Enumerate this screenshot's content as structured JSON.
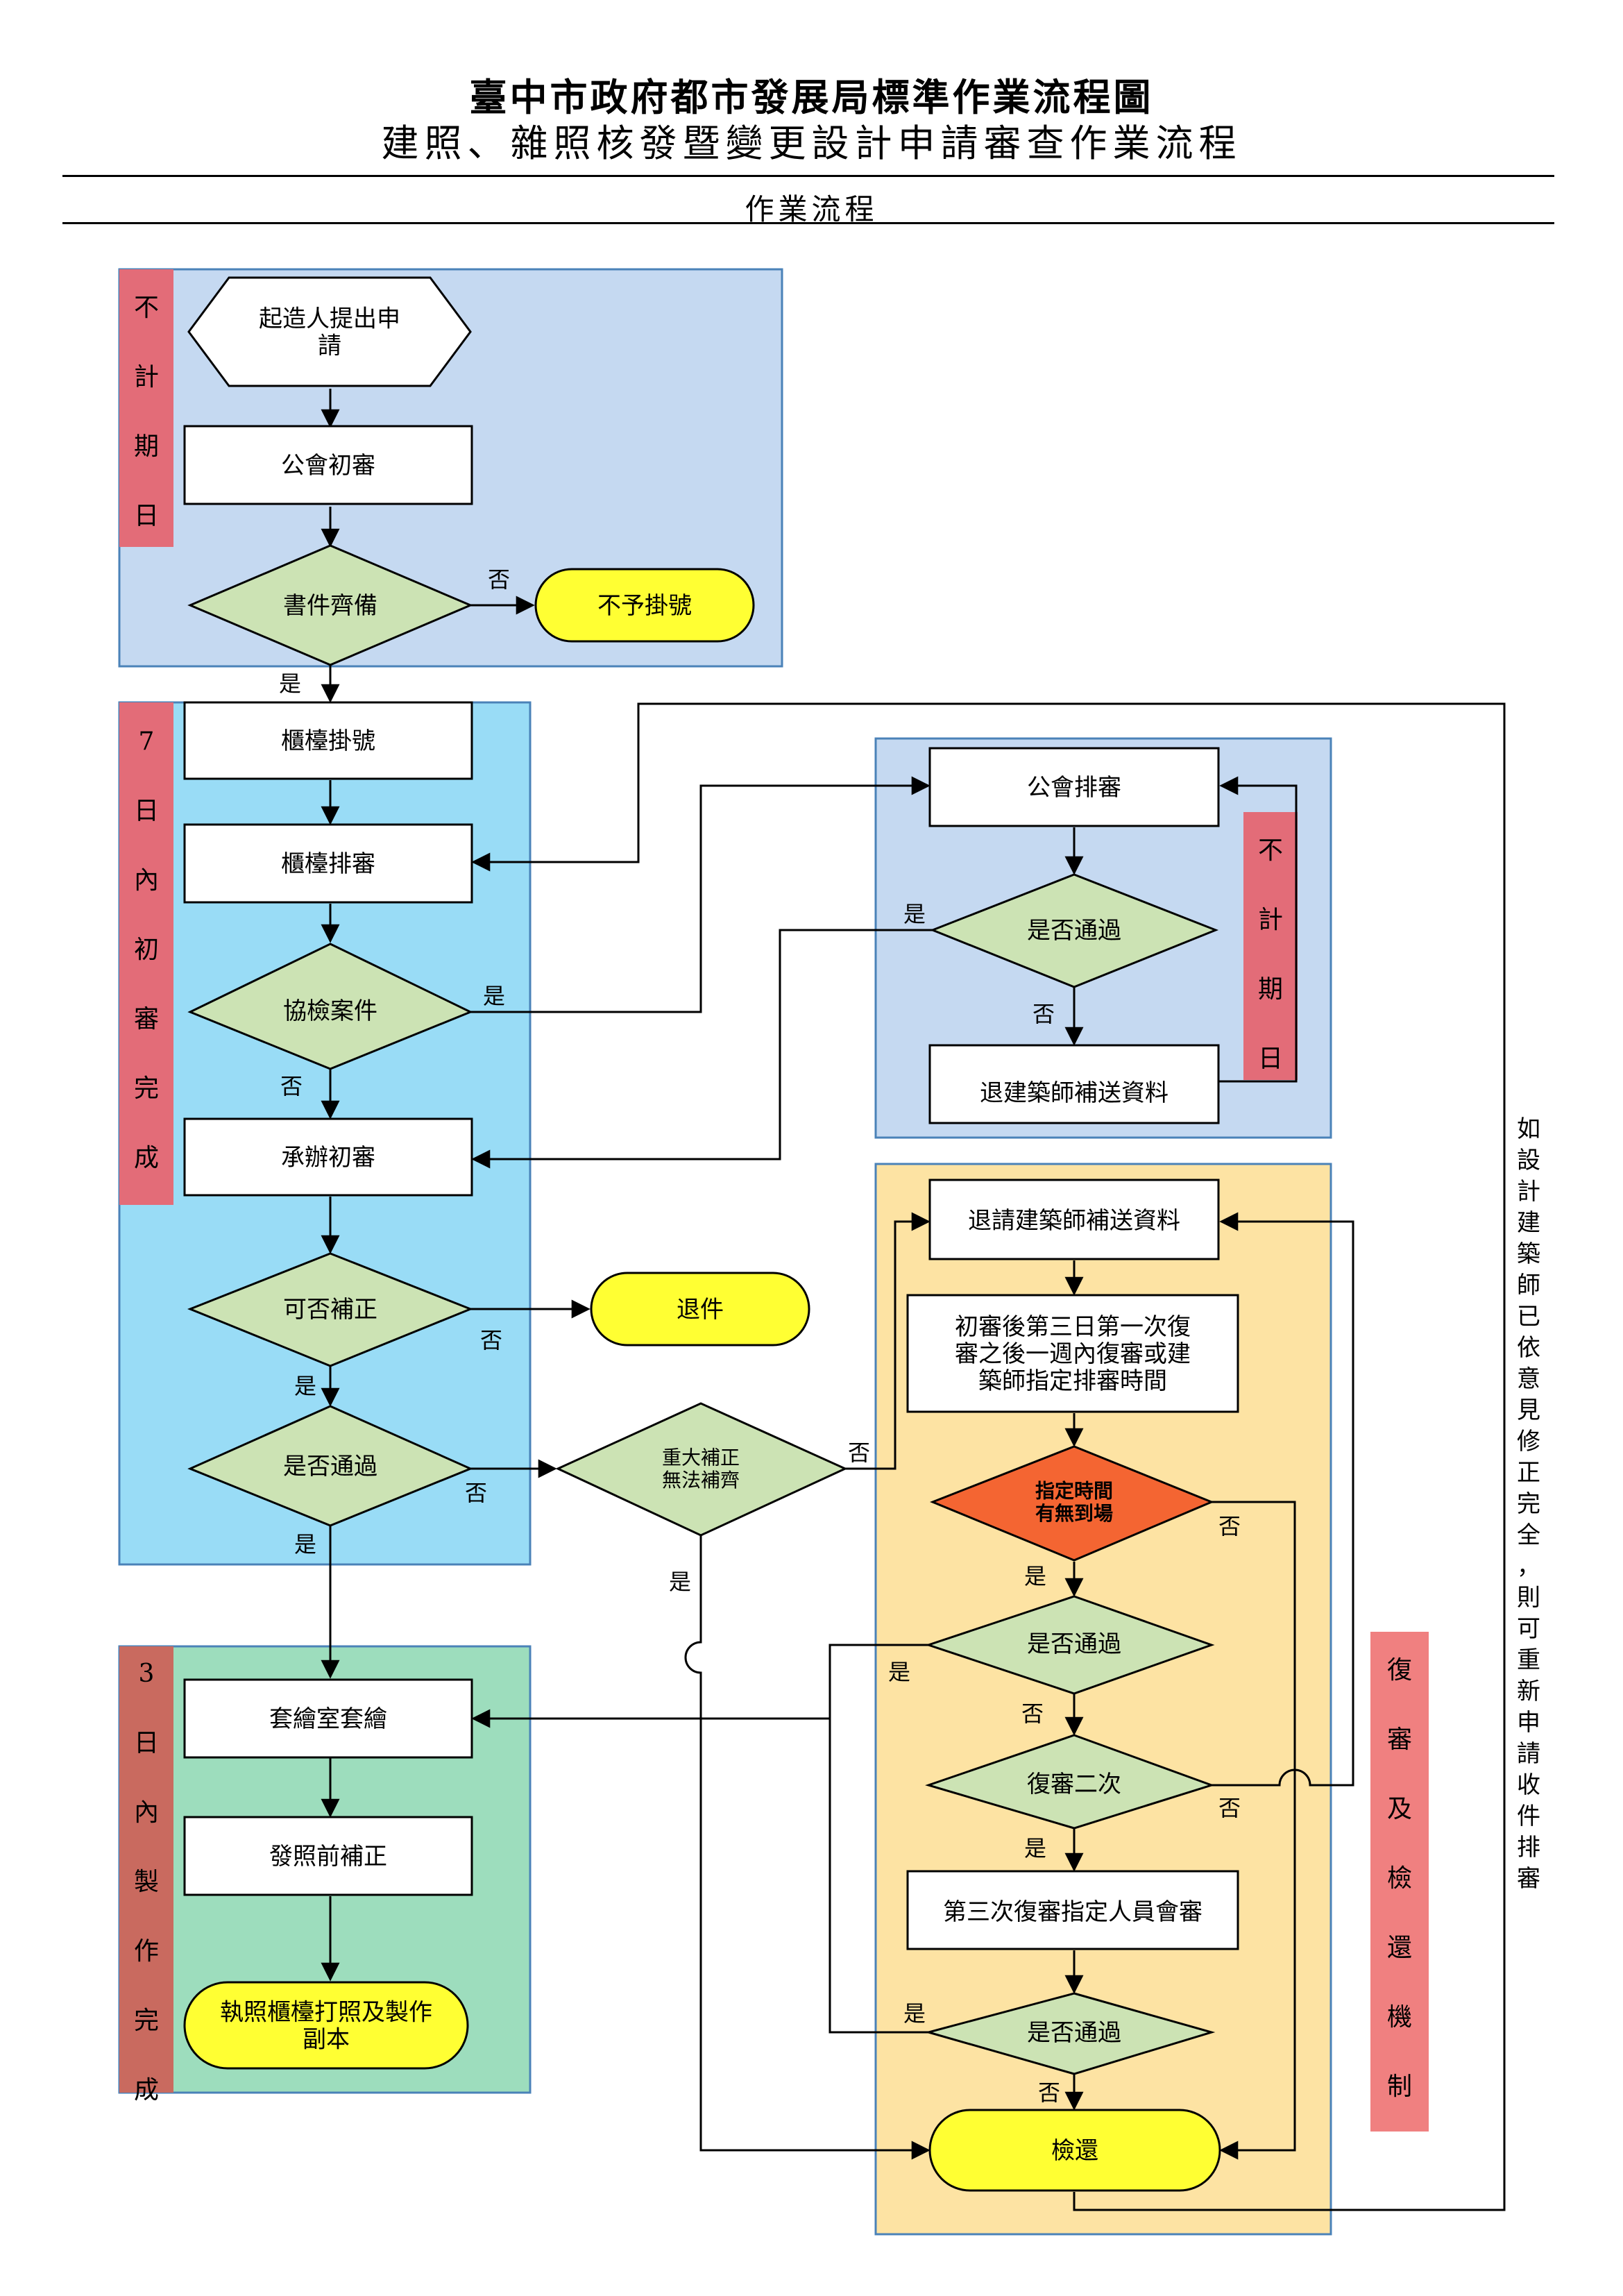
{
  "header": {
    "title": "臺中市政府都市發展局標準作業流程圖",
    "subtitle": "建照、雜照核發暨變更設計申請審查作業流程",
    "section": "作業流程"
  },
  "lanes": {
    "lane1": "不計期日",
    "lane2": "7日內初審完成",
    "lane3": "3日內製作完成",
    "lane4": "不計期日",
    "lane5": "復審及檢還機制"
  },
  "nodes": {
    "applicant_submit": "起造人提出申請",
    "guild_initial_review": "公會初審",
    "documents_complete": "書件齊備",
    "not_registered": "不予掛號",
    "counter_register": "櫃檯掛號",
    "counter_schedule": "櫃檯排審",
    "joint_inspection": "協檢案件",
    "officer_initial_review": "承辦初審",
    "can_supplement": "可否補正",
    "return_case": "退件",
    "passed_1": "是否通過",
    "major_supplement": "重大補正無法補齊",
    "overlay_room": "套繪室套繪",
    "pre_issue_supplement": "發照前補正",
    "issue_copy": "執照櫃檯打照及製作副本",
    "guild_schedule": "公會排審",
    "passed_guild": "是否通過",
    "return_architect_guild": "退建築師補送資料",
    "return_architect_request": "退請建築師補送資料",
    "rereview_schedule": "初審後第三日第一次復審之後一週內復審或建築師指定排審時間",
    "attendance_check": "指定時間有無到場",
    "passed_2": "是否通過",
    "second_rereview": "復審二次",
    "third_rereview": "第三次復審指定人員會審",
    "passed_3": "是否通過",
    "return_check": "檢還"
  },
  "labels": {
    "yes": "是",
    "no": "否",
    "side_note": "如設計建築師已依意見修正完全，則可重新申請收件排審"
  },
  "colors": {
    "lane_blue": "#c5d9f1",
    "lane_cyan": "#99dcf6",
    "lane_green": "#9dddbd",
    "lane_orange": "#fde3a3",
    "pink_label": "#e36c78",
    "brick_label": "#c96a5f",
    "diamond_green": "#cce3b4",
    "attendance_red": "#f46532",
    "terminal_yellow": "#ffff33",
    "lane_border": "#4a82b8"
  }
}
